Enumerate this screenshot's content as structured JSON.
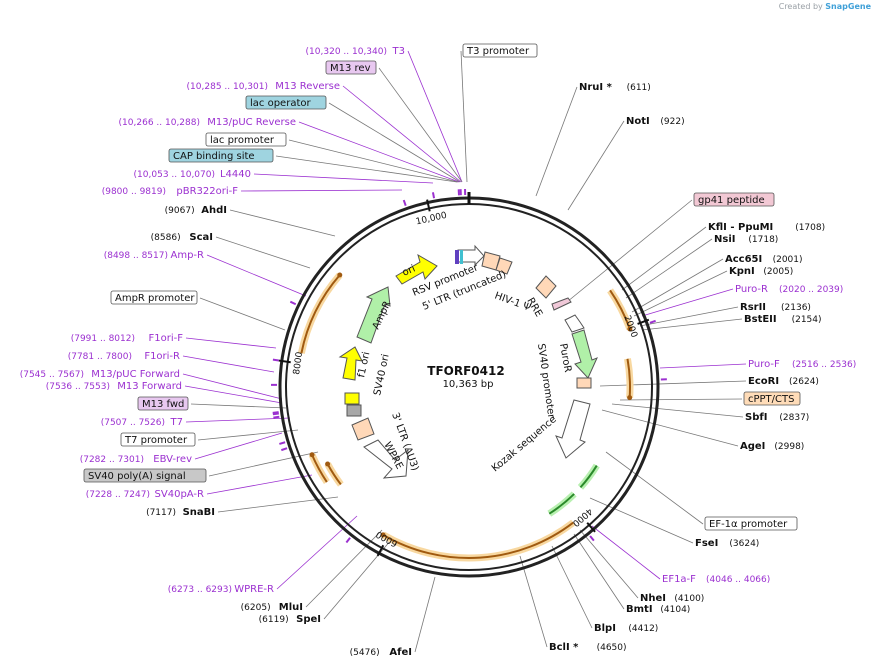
{
  "credit": {
    "prefix": "Created by",
    "brand": "SnapGene"
  },
  "plasmid": {
    "name": "TFORF0412",
    "size": "10,363 bp"
  },
  "ticks": [
    "2000",
    "4000",
    "6000",
    "8000",
    "10,000"
  ],
  "colors": {
    "feature_purple": "#9b30d0",
    "site_black": "#111111",
    "orange_feature": "#f0a830",
    "green_feature": "#b0f0a8",
    "yellow_feature": "#ffff00",
    "peach_feature": "#ffd8b8",
    "lac_box": "#9fd4e0",
    "m13_box": "#e8c8f0",
    "gp41_box": "#f2c8d4",
    "cppt_box": "#ffdcb8",
    "poly_box": "#c8c8c8"
  },
  "left_labels": [
    {
      "range": "(10,320 .. 10,340)",
      "name": "T3",
      "type": "primer"
    },
    {
      "range": "",
      "name": "M13 rev",
      "type": "box-m13"
    },
    {
      "range": "(10,285 .. 10,301)",
      "name": "M13 Reverse",
      "type": "primer"
    },
    {
      "range": "",
      "name": "lac operator",
      "type": "box-lac"
    },
    {
      "range": "(10,266 .. 10,288)",
      "name": "M13/pUC Reverse",
      "type": "primer"
    },
    {
      "range": "",
      "name": "lac promoter",
      "type": "box-white"
    },
    {
      "range": "",
      "name": "CAP binding site",
      "type": "box-lac"
    },
    {
      "range": "(10,053 .. 10,070)",
      "name": "L4440",
      "type": "primer"
    },
    {
      "range": "(9800 .. 9819)",
      "name": "pBR322ori-F",
      "type": "primer"
    },
    {
      "range": "(9067)",
      "name": "AhdI",
      "type": "site"
    },
    {
      "range": "(8586)",
      "name": "ScaI",
      "type": "site"
    },
    {
      "range": "(8498 .. 8517)",
      "name": "Amp-R",
      "type": "primer"
    },
    {
      "range": "",
      "name": "AmpR promoter",
      "type": "box-white"
    },
    {
      "range": "(7991 .. 8012)",
      "name": "F1ori-F",
      "type": "primer"
    },
    {
      "range": "(7781 .. 7800)",
      "name": "F1ori-R",
      "type": "primer"
    },
    {
      "range": "(7545 .. 7567)",
      "name": "M13/pUC Forward",
      "type": "primer"
    },
    {
      "range": "(7536 .. 7553)",
      "name": "M13 Forward",
      "type": "primer"
    },
    {
      "range": "",
      "name": "M13 fwd",
      "type": "box-m13"
    },
    {
      "range": "(7507 .. 7526)",
      "name": "T7",
      "type": "primer"
    },
    {
      "range": "",
      "name": "T7 promoter",
      "type": "box-white"
    },
    {
      "range": "(7282 .. 7301)",
      "name": "EBV-rev",
      "type": "primer"
    },
    {
      "range": "",
      "name": "SV40 poly(A) signal",
      "type": "box-poly"
    },
    {
      "range": "(7228 .. 7247)",
      "name": "SV40pA-R",
      "type": "primer"
    },
    {
      "range": "(7117)",
      "name": "SnaBI",
      "type": "site"
    },
    {
      "range": "(6273 .. 6293)",
      "name": "WPRE-R",
      "type": "primer"
    },
    {
      "range": "(6205)",
      "name": "MluI",
      "type": "site"
    },
    {
      "range": "(6119)",
      "name": "SpeI",
      "type": "site"
    },
    {
      "range": "(5476)",
      "name": "AfeI",
      "type": "site"
    }
  ],
  "right_labels": [
    {
      "name": "T3 promoter",
      "pos": "",
      "type": "box-white"
    },
    {
      "name": "NruI *",
      "pos": "(611)",
      "type": "site"
    },
    {
      "name": "NotI",
      "pos": "(922)",
      "type": "site"
    },
    {
      "name": "gp41 peptide",
      "pos": "",
      "type": "box-gp41"
    },
    {
      "name": "KflI - PpuMI",
      "pos": "(1708)",
      "type": "site"
    },
    {
      "name": "NsiI",
      "pos": "(1718)",
      "type": "site"
    },
    {
      "name": "Acc65I",
      "pos": "(2001)",
      "type": "site"
    },
    {
      "name": "KpnI",
      "pos": "(2005)",
      "type": "site"
    },
    {
      "name": "Puro-R",
      "pos": "(2020 .. 2039)",
      "type": "primer"
    },
    {
      "name": "RsrII",
      "pos": "(2136)",
      "type": "site"
    },
    {
      "name": "BstEII",
      "pos": "(2154)",
      "type": "site"
    },
    {
      "name": "Puro-F",
      "pos": "(2516 .. 2536)",
      "type": "primer"
    },
    {
      "name": "EcoRI",
      "pos": "(2624)",
      "type": "site"
    },
    {
      "name": "cPPT/CTS",
      "pos": "",
      "type": "box-cppt"
    },
    {
      "name": "SbfI",
      "pos": "(2837)",
      "type": "site"
    },
    {
      "name": "AgeI",
      "pos": "(2998)",
      "type": "site"
    },
    {
      "name": "EF-1α promoter",
      "pos": "",
      "type": "box-white"
    },
    {
      "name": "FseI",
      "pos": "(3624)",
      "type": "site"
    },
    {
      "name": "EF1a-F",
      "pos": "(4046 .. 4066)",
      "type": "primer"
    },
    {
      "name": "NheI",
      "pos": "(4100)",
      "type": "site"
    },
    {
      "name": "BmtI",
      "pos": "(4104)",
      "type": "site"
    },
    {
      "name": "BlpI",
      "pos": "(4412)",
      "type": "site"
    },
    {
      "name": "BclI *",
      "pos": "(4650)",
      "type": "site"
    }
  ],
  "inner_labels": [
    "RSV promoter",
    "5' LTR (truncated)",
    "HIV-1 Ψ",
    "RRE",
    "ori",
    "AmpR",
    "f1 ori",
    "SV40 ori",
    "3' LTR (ΔU3)",
    "WPRE",
    "PuroR",
    "SV40 promoter",
    "Kozak sequence"
  ]
}
